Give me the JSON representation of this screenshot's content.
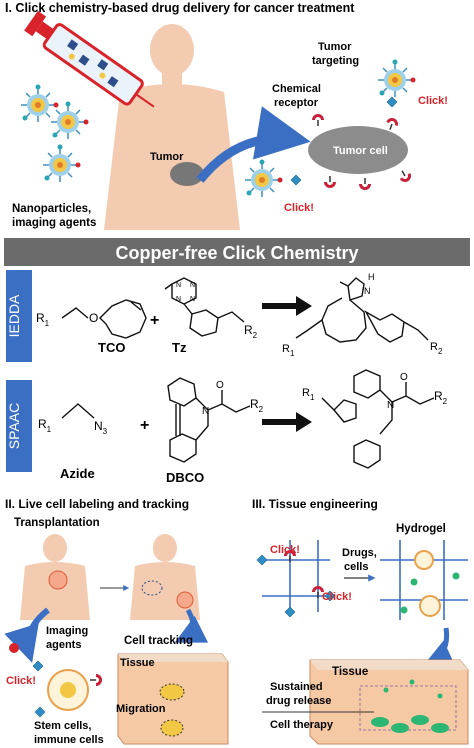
{
  "section1": {
    "title": "I. Click chemistry-based drug delivery for cancer treatment",
    "tumor_targeting": [
      "Tumor",
      "targeting"
    ],
    "chemical_receptor": [
      "Chemical",
      "receptor"
    ],
    "click_label": "Click!",
    "tumor_label": "Tumor",
    "tumor_cell_label": "Tumor cell",
    "nanoparticles": [
      "Nanoparticles,",
      "imaging agents"
    ]
  },
  "banner": {
    "title": "Copper-free Click Chemistry"
  },
  "iedda": {
    "side_label": "IEDDA",
    "reagent1": "TCO",
    "reagent2": "Tz",
    "plus": "+",
    "r1": "R",
    "r1_sub": "1",
    "r2": "R",
    "r2_sub": "2",
    "n": "N",
    "nh": "H"
  },
  "spaac": {
    "side_label": "SPAAC",
    "reagent1": "Azide",
    "reagent2": "DBCO",
    "plus": "+",
    "r1": "R",
    "r1_sub": "1",
    "r2": "R",
    "r2_sub": "2",
    "n3": "N",
    "n3_sub": "3",
    "o": "O",
    "n": "N"
  },
  "section2": {
    "title": "II. Live cell labeling and tracking",
    "transplantation": "Transplantation",
    "imaging_agents": [
      "Imaging",
      "agents"
    ],
    "click_label": "Click!",
    "stem_cells": [
      "Stem cells,",
      "immune cells"
    ],
    "cell_tracking": "Cell tracking",
    "tissue": "Tissue",
    "migration": "Migration"
  },
  "section3": {
    "title": "III. Tissue engineering",
    "hydrogel": "Hydrogel",
    "drugs_cells": [
      "Drugs,",
      "cells"
    ],
    "click_label": "Click!",
    "tissue": "Tissue",
    "sustained": [
      "Sustained",
      "drug release"
    ],
    "cell_therapy": "Cell therapy"
  },
  "colors": {
    "accent_blue": "#3a6fc4",
    "banner_gray": "#6b6b6b",
    "click_red": "#d8232a",
    "tumor_gray": "#8c8c8c",
    "skin": "#f3cbb0",
    "nanoparticle_yellow": "#f2c744"
  }
}
